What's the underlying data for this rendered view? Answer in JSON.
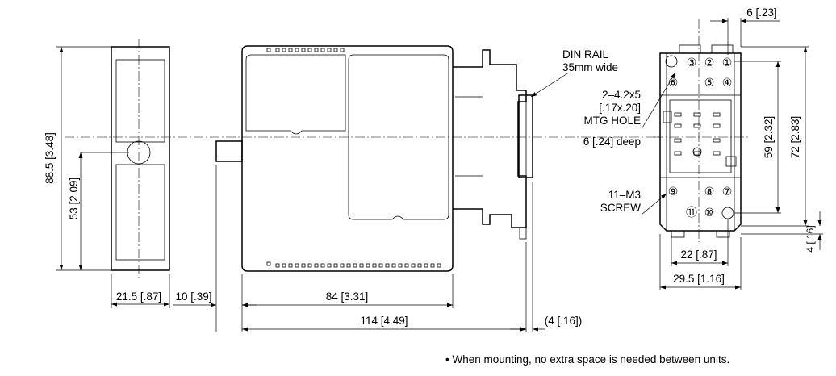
{
  "side_view": {
    "dim_width": "21.5 [.87]",
    "dim_height_total": "88.5 [3.48]",
    "dim_height_center": "53 [2.09]"
  },
  "front_view": {
    "dim_knob": "10 [.39]",
    "dim_body": "84 [3.31]",
    "dim_total": "114 [4.49]",
    "dim_rail_depth": "(4 [.16])"
  },
  "annotations": {
    "din_rail_line1": "DIN RAIL",
    "din_rail_line2": "35mm wide",
    "mtg_hole_line1": "2–4.2x5",
    "mtg_hole_line2": "[.17x.20]",
    "mtg_hole_line3": "MTG HOLE",
    "mtg_hole_line4": "6 [.24] deep",
    "screw_line1": "11–M3",
    "screw_line2": "SCREW"
  },
  "socket_view": {
    "dim_top_offset": "6 [.23]",
    "dim_pitch_v": "59 [2.32]",
    "dim_height_v": "72 [2.83]",
    "dim_bottom_offset": "4 [.16]",
    "dim_pitch_h": "22 [.87]",
    "dim_width_h": "29.5 [1.16]",
    "terminals": [
      "③",
      "②",
      "①",
      "⑤",
      "④",
      "⑥",
      "⑨",
      "⑧",
      "⑦",
      "⑪",
      "⑩"
    ]
  },
  "note": "• When mounting, no extra space is needed between units."
}
